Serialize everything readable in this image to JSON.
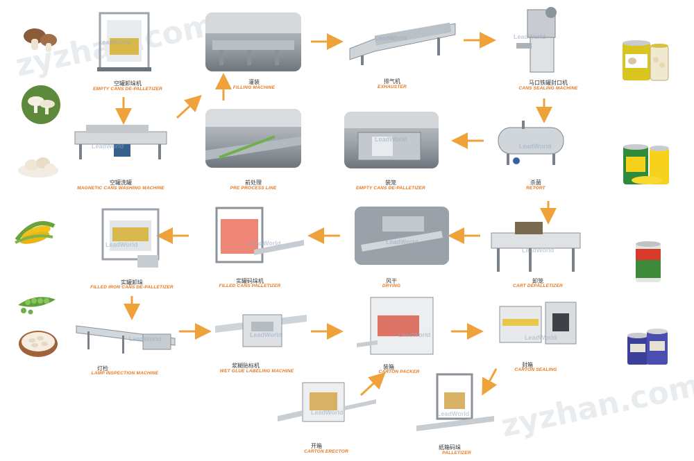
{
  "watermark": {
    "brand": "LeadWorld",
    "site_top": "zyzhan.com",
    "site_bottom": "zyzhan.com"
  },
  "colors": {
    "label_en": "#e8771e",
    "arrow": "#f0a23a",
    "label_cn": "#333333"
  },
  "foods_left": [
    {
      "name": "mushroom-icon"
    },
    {
      "name": "white-mushroom-icon"
    },
    {
      "name": "sliced-mushroom-icon"
    },
    {
      "name": "corn-icon"
    },
    {
      "name": "peas-icon"
    },
    {
      "name": "beans-bowl-icon"
    }
  ],
  "products_right": [
    {
      "name": "mushroom-can-icon"
    },
    {
      "name": "corn-can-icon"
    },
    {
      "name": "beans-can-icon"
    },
    {
      "name": "empty-cans-icon"
    }
  ],
  "steps": {
    "empty_cans_depalletizer": {
      "cn": "空罐卸垛机",
      "en": "EMPTY CANS DE-PALLETIZER"
    },
    "filling_machine": {
      "cn": "灌装",
      "en": "FILLING MACHINE"
    },
    "exhauster": {
      "cn": "排气机",
      "en": "EXHAUSTER"
    },
    "cans_sealing_machine": {
      "cn": "马口铁罐封口机",
      "en": "CANS SEALING MACHINE"
    },
    "magnetic_cans_washing": {
      "cn": "空罐洗罐",
      "en": "MAGNETIC CANS WASHING MACHINE"
    },
    "pre_process_line": {
      "cn": "前处理",
      "en": "PRE PROCESS LINE"
    },
    "empty_cans_depalletizer_2": {
      "cn": "装笼",
      "en": "EMPTY CANS DE-PALLETIZER"
    },
    "retort": {
      "cn": "杀菌",
      "en": "RETORT"
    },
    "filled_iron_cans_depalletizer": {
      "cn": "实罐卸垛",
      "en": "FILLED IRON CANS DE-PALLETIZER"
    },
    "filled_cans_palletizer": {
      "cn": "实罐码垛机",
      "en": "FILLED CANS PALLETIZER"
    },
    "drying": {
      "cn": "风干",
      "en": "DRYING"
    },
    "cart_depalletizer": {
      "cn": "卸笼",
      "en": "CART DEPALLETIZER"
    },
    "lamp_inspection": {
      "cn": "灯检",
      "en": "LAMP INSPECTION MACHINE"
    },
    "wet_glue_labeling": {
      "cn": "浆糊贴标机",
      "en": "WET GLUE LABELING MACHINE"
    },
    "carton_packer": {
      "cn": "装箱",
      "en": "CARTON PACKER"
    },
    "carton_sealing": {
      "cn": "封箱",
      "en": "CARTON SEALING"
    },
    "carton_erector": {
      "cn": "开箱",
      "en": "CARTON ERECTOR"
    },
    "palletizer": {
      "cn": "纸箱码垛",
      "en": "PALLETIZER"
    }
  }
}
